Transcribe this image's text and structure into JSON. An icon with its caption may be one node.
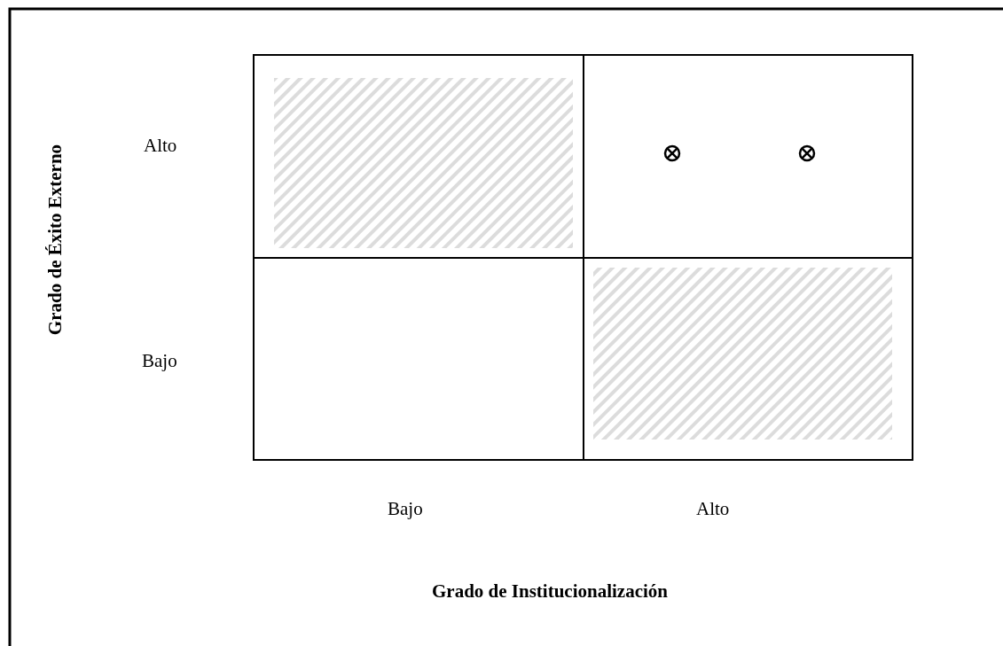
{
  "diagram": {
    "labels": [
      "Grado de Éxito Externo",
      "Alto",
      "Bajo",
      "Bajo",
      "Alto",
      "Grado de Institucionalización"
    ]
  }
}
